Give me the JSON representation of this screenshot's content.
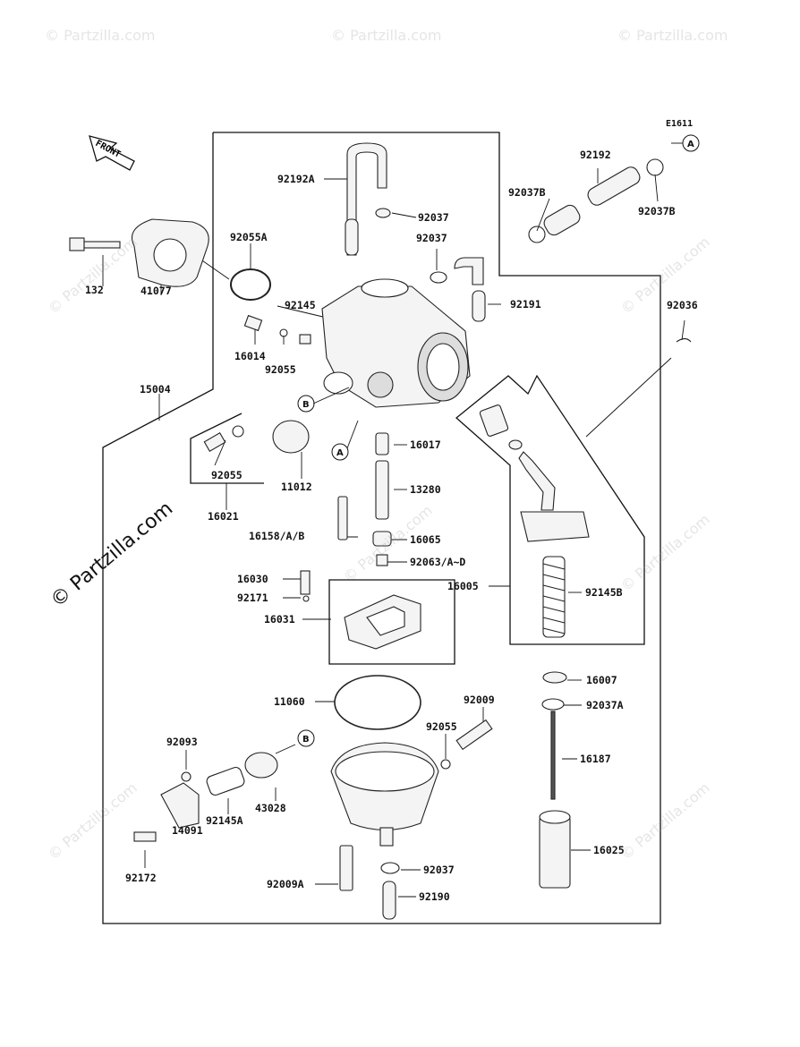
{
  "diagram_code": "E1611",
  "watermark": "© Partzilla.com",
  "side_watermark": "© Partzilla.com",
  "front_arrow_label": "FRONT",
  "callout_letters": {
    "a": "A",
    "b": "B"
  },
  "parts": {
    "p92192A": "92192A",
    "p92037_top": "92037",
    "p92037_mid": "92037",
    "p92192": "92192",
    "p92037B_left": "92037B",
    "p92037B_right": "92037B",
    "p92191": "92191",
    "p92036": "92036",
    "p92055A": "92055A",
    "p132": "132",
    "p41077": "41077",
    "p92145": "92145",
    "p16014": "16014",
    "p92055_mid": "92055",
    "p15004": "15004",
    "p92055_low": "92055",
    "p16021": "16021",
    "p11012": "11012",
    "p16017": "16017",
    "p13280": "13280",
    "p16158": "16158/A/B",
    "p16065": "16065",
    "p92063": "92063/A~D",
    "p16030": "16030",
    "p92171": "92171",
    "p16031": "16031",
    "p16005": "16005",
    "p92145B": "92145B",
    "p16007": "16007",
    "p92037A": "92037A",
    "p11060": "11060",
    "p92009": "92009",
    "p92055_bowl": "92055",
    "p16187": "16187",
    "p92093": "92093",
    "p43028": "43028",
    "p92145A": "92145A",
    "p14091": "14091",
    "p92172": "92172",
    "p16025": "16025",
    "p92037_bot": "92037",
    "p92009A": "92009A",
    "p92190": "92190"
  }
}
